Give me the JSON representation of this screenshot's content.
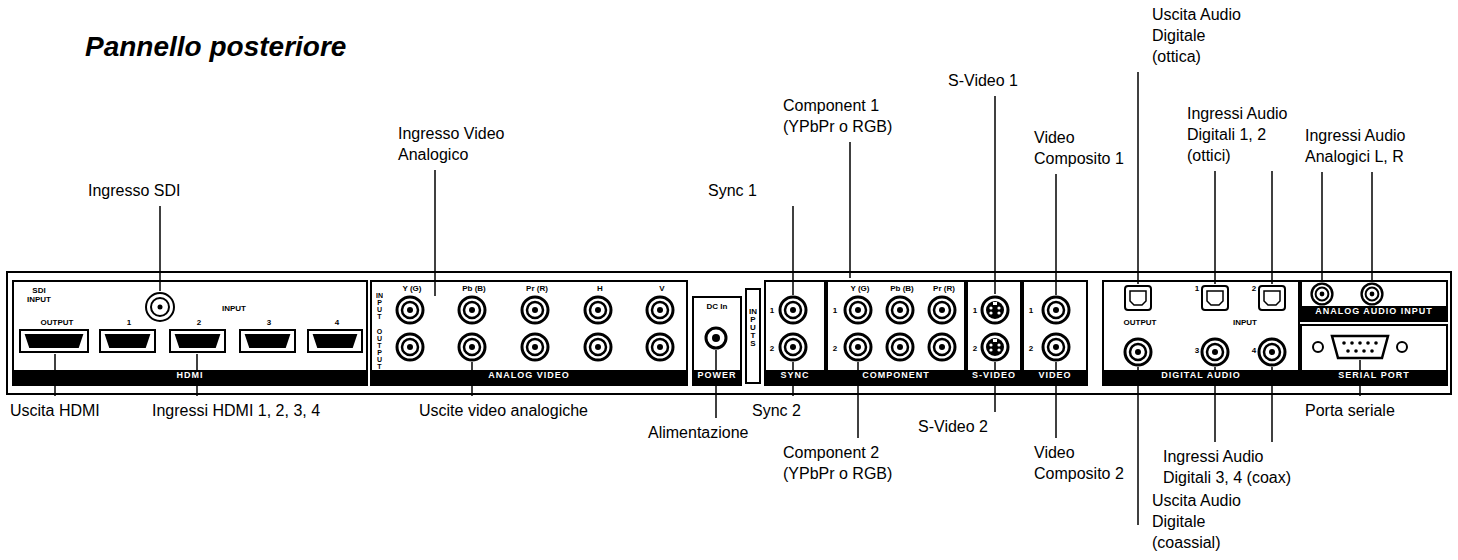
{
  "diagram": {
    "title": "Pannello posteriore",
    "nodes": [
      {
        "text": [
          "SDI INPUT",
          "OUTPUT",
          "INPUT",
          "1",
          "2",
          "3",
          "4",
          "HDMI"
        ]
      },
      {
        "text": [
          "Y (G)",
          "Pb (B)",
          "Pr (R)",
          "H",
          "V",
          "INPUT",
          "OUTPUT",
          "ANALOG VIDEO"
        ]
      },
      {
        "text": [
          "DC In",
          "POWER"
        ]
      },
      {
        "text": [
          "INPUTS"
        ]
      },
      {
        "text": [
          "1",
          "2",
          "SYNC"
        ]
      },
      {
        "text": [
          "Y (G)",
          "Pb (B)",
          "Pr (R)",
          "1",
          "2",
          "COMPONENT"
        ]
      },
      {
        "text": [
          "1",
          "2",
          "S-VIDEO"
        ]
      },
      {
        "text": [
          "1",
          "2",
          "VIDEO"
        ]
      },
      {
        "text": [
          "OUTPUT",
          "1",
          "2",
          "INPUT",
          "3",
          "4",
          "DIGITAL AUDIO"
        ]
      },
      {
        "text": [
          "ANALOG AUDIO INPUT"
        ]
      },
      {
        "text": [
          "SERIAL PORT"
        ]
      }
    ],
    "labels": [
      "Ingresso SDI",
      "Ingresso Video Analogico",
      "Sync 1",
      "Component 1 (YPbPr o RGB)",
      "S-Video 1",
      "Video Composito 1",
      "Uscita Audio Digitale (ottica)",
      "Ingressi Audio Digitali 1, 2 (ottici)",
      "Ingressi Audio Analogici L, R",
      "Uscita HDMI",
      "Ingressi HDMI 1, 2, 3, 4",
      "Uscite video analogiche",
      "Alimentazione",
      "Sync 2",
      "Component 2 (YPbPr o RGB)",
      "S-Video 2",
      "Video Composito 2",
      "Ingressi Audio Digitali 3, 4 (coax)",
      "Porta seriale",
      "Uscita Audio Digitale (coassial)"
    ]
  }
}
